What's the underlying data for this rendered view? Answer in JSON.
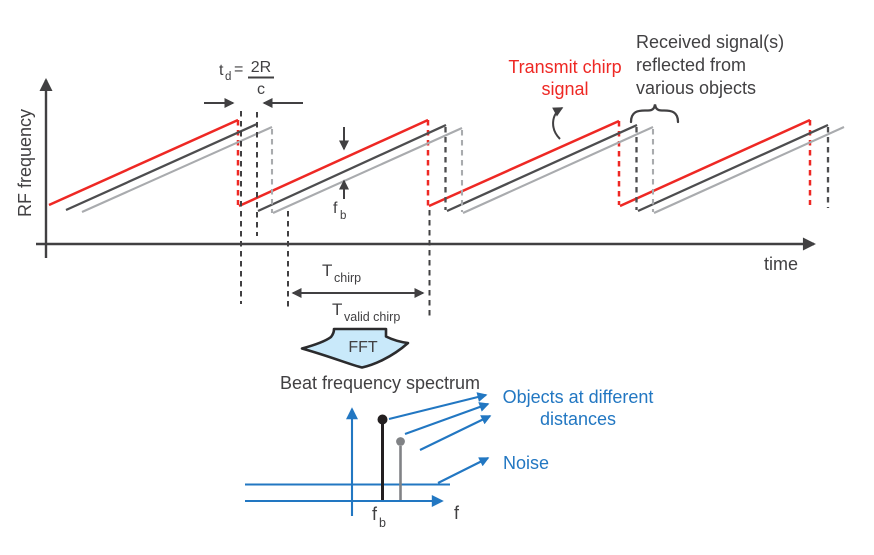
{
  "colors": {
    "red": "#ee2824",
    "ink": "#414042",
    "dark_gray": "#4d4d4f",
    "light_gray": "#a9abae",
    "mid_gray": "#808285",
    "blue": "#2277c2",
    "light_blue": "#c9e9fa",
    "background": "#ffffff"
  },
  "chirp_plot": {
    "y_axis_label": "RF frequency",
    "x_axis_label": "time",
    "delay_label": {
      "var": "t",
      "sub": "d",
      "eq": "=",
      "num": "2R",
      "den": "c"
    },
    "transmit_label": {
      "line1": "Transmit chirp",
      "line2": "signal"
    },
    "received_label": {
      "line1": "Received signal(s)",
      "line2": "reflected from",
      "line3": "various objects"
    },
    "beat_label": {
      "var": "f",
      "sub": "b"
    },
    "t_chirp_label": {
      "var": "T",
      "sub": "chirp"
    },
    "t_valid_label": {
      "var": "T",
      "sub": "valid chirp"
    }
  },
  "fft_label": "FFT",
  "spectrum": {
    "title": "Beat frequency spectrum",
    "objects_label": {
      "line1": "Objects at different",
      "line2": "distances"
    },
    "noise_label": "Noise",
    "x_axis_label": "f",
    "peak_label": {
      "var": "f",
      "sub": "b"
    }
  }
}
